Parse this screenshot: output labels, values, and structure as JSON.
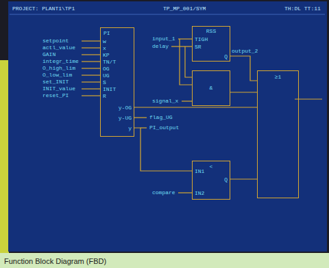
{
  "diagram": {
    "caption": "Function Block Diagram (FBD)",
    "nodes": [
      {
        "text": [
          "PI",
          "w",
          "x",
          "KP",
          "TN/T",
          "OG",
          "UG",
          "S",
          "INIT",
          "R",
          "y-OG",
          "y-UG",
          "y"
        ]
      },
      {
        "text": [
          "RSS",
          "TIGH",
          "SR",
          "Q"
        ]
      },
      {
        "text": [
          "&"
        ]
      },
      {
        "text": [
          "≥1"
        ]
      },
      {
        "text": [
          "<",
          "IN1",
          "IN2",
          "Q"
        ]
      }
    ],
    "edges": [
      {
        "from": 0,
        "to": 3,
        "arrow": "none"
      },
      {
        "from": 0,
        "to": 4,
        "arrow": "none"
      },
      {
        "from": 1,
        "to": 3,
        "arrow": "none"
      },
      {
        "from": 2,
        "to": 3,
        "arrow": "none"
      },
      {
        "from": 4,
        "to": 3,
        "arrow": "none"
      }
    ],
    "labels": [
      "PROJECT: PLANT1\\TP1",
      "TP_MP_001/SYM",
      "TH:DL TT:11",
      "setpoint",
      "actl_value",
      "GAIN",
      "integr_time",
      "O_high_lim",
      "O_low_lim",
      "set_INIT",
      "INIT_value",
      "reset_PI",
      "input_1",
      "delay",
      "output_2",
      "signal_x",
      "flag_UG",
      "PI_output",
      "compare"
    ]
  }
}
